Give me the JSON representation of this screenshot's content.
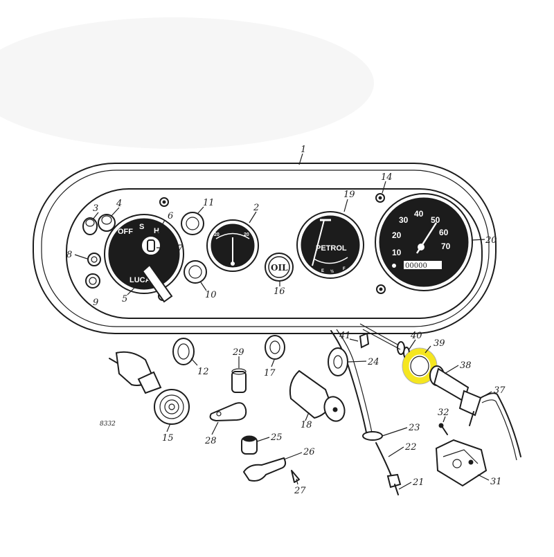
{
  "callouts": {
    "c1": "1",
    "c2": "2",
    "c3": "3",
    "c4": "4",
    "c5": "5",
    "c6": "6",
    "c7": "7",
    "c8": "8",
    "c9": "9",
    "c10": "10",
    "c11": "11",
    "c12": "12",
    "c14": "14",
    "c15": "15",
    "c16": "16",
    "c17": "17",
    "c18": "18",
    "c19": "19",
    "c20": "20",
    "c21": "21",
    "c22": "22",
    "c23": "23",
    "c24": "24",
    "c25": "25",
    "c26": "26",
    "c27": "27",
    "c28": "28",
    "c29": "29",
    "c31": "31",
    "c32": "32",
    "c37": "37",
    "c38": "38",
    "c39": "39",
    "c40": "40",
    "c41": "41"
  },
  "drawing_number": "8332",
  "highlight": {
    "part": "39",
    "color": "#f5e620"
  },
  "switch_markings": {
    "off": "OFF",
    "s": "S",
    "h": "H",
    "brand": "LUCAS"
  },
  "ammeter": {
    "minus": "20",
    "plus": "20"
  },
  "oil_gauge": {
    "label": "OIL"
  },
  "fuel_gauge": {
    "label": "PETROL",
    "scale": [
      "E",
      "½",
      "F"
    ]
  },
  "speedometer": {
    "numbers": [
      "10",
      "20",
      "30",
      "40",
      "50",
      "60",
      "70"
    ],
    "odometer": "00000"
  }
}
